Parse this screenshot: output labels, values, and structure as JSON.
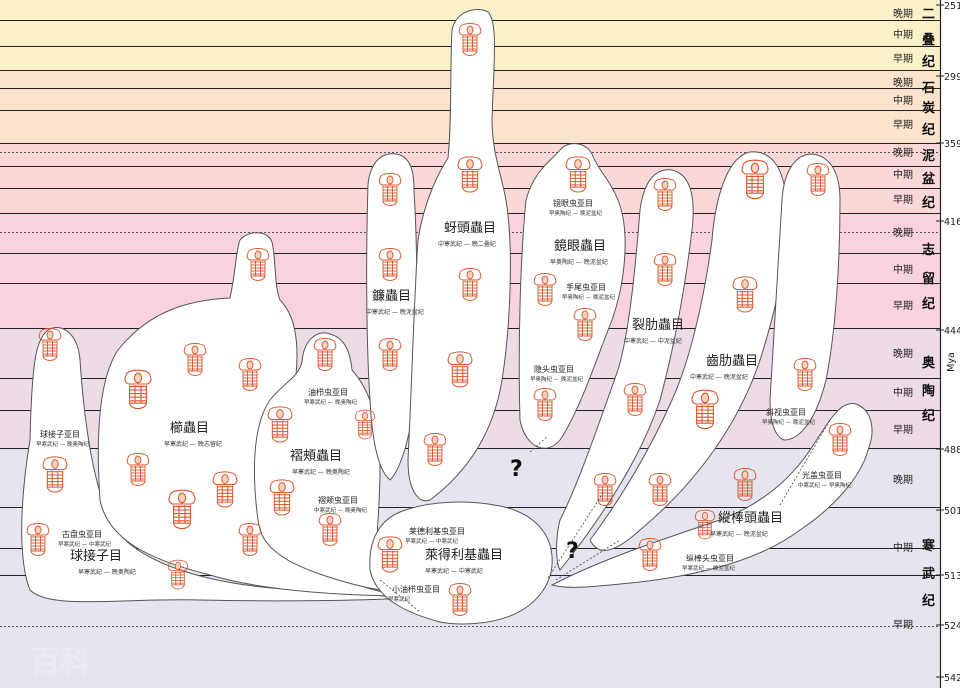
{
  "time_axis": {
    "unit_label": "Mya",
    "ticks": [
      "251",
      "299",
      "359",
      "416",
      "444",
      "488",
      "501",
      "513",
      "524",
      "542"
    ]
  },
  "periods": [
    {
      "name_chars": [
        "二",
        "叠",
        "纪"
      ],
      "epochs": [
        "晚期",
        "中期",
        "早期"
      ]
    },
    {
      "name_chars": [
        "石",
        "炭",
        "纪"
      ],
      "epochs": [
        "晚期",
        "中期",
        "早期"
      ]
    },
    {
      "name_chars": [
        "泥",
        "盆",
        "纪"
      ],
      "epochs": [
        "晚期",
        "中期",
        "早期"
      ]
    },
    {
      "name_chars": [
        "志",
        "留",
        "纪"
      ],
      "epochs": [
        "晚期",
        "中期",
        "早期"
      ]
    },
    {
      "name_chars": [
        "奥",
        "陶",
        "纪"
      ],
      "epochs": [
        "晚期",
        "中期",
        "早期"
      ]
    },
    {
      "name_chars": [
        "寒",
        "武",
        "纪"
      ],
      "epochs": [
        "晚期",
        "中期",
        "早期"
      ]
    }
  ],
  "colors": {
    "permian": "#fbf1c9",
    "carboniferous": "#fbe3cc",
    "devonian": "#fbd8d8",
    "silurian": "#f8d2dc",
    "ordovician": "#eedbe8",
    "cambrian": "#e6e5ef",
    "fossil": "#d9552b"
  },
  "orders": [
    {
      "name": "球接子目",
      "range": "早寒武纪 — 晚奥陶纪"
    },
    {
      "name": "櫛蟲目",
      "range": "早寒武纪 — 晚志留纪"
    },
    {
      "name": "褶頰蟲目",
      "range": "早寒武纪 — 晚奥陶纪"
    },
    {
      "name": "鐮蟲目",
      "range": "中寒武纪 — 晚泥盆纪"
    },
    {
      "name": "蚜頭蟲目",
      "range": "中寒武纪 — 晚二叠纪"
    },
    {
      "name": "鏡眼蟲目",
      "range": "早奥陶纪 — 晚泥盆纪"
    },
    {
      "name": "裂肋蟲目",
      "range": "中寒武纪 — 中泥盆纪"
    },
    {
      "name": "齒肋蟲目",
      "range": "中寒武纪 — 晚泥盆纪"
    },
    {
      "name": "萊得利基蟲目",
      "range": "早寒武纪 — 中寒武纪"
    },
    {
      "name": "縱棒頭蟲目",
      "range": "早寒武纪 — 晚泥盆纪"
    }
  ],
  "suborders": [
    {
      "name": "球接子亚目",
      "range": "早寒武纪 — 晚奥陶纪"
    },
    {
      "name": "古盘虫亚目",
      "range": "早寒武纪 — 中寒武纪"
    },
    {
      "name": "油栉虫亚目",
      "range": "早寒武纪 — 晚奥陶纪"
    },
    {
      "name": "褶颊虫亚目",
      "range": "中寒武纪 — 晚奥陶纪"
    },
    {
      "name": "镜眼虫亚目",
      "range": "早奥陶纪 — 晚泥盆纪"
    },
    {
      "name": "手尾虫亚目",
      "range": "早奥陶纪 — 晚泥盆纪"
    },
    {
      "name": "隐头虫亚目",
      "range": "早奥陶纪 — 晚泥盆纪"
    },
    {
      "name": "莱德利基虫亚目",
      "range": "早寒武纪 — 中寒武纪"
    },
    {
      "name": "小油栉虫亚目",
      "range": "早寒武纪"
    },
    {
      "name": "斜视虫亚目",
      "range": "早奥陶纪 — 晚泥盆纪"
    },
    {
      "name": "光盖虫亚目",
      "range": "中寒武纪 — 早奥陶纪"
    },
    {
      "name": "纵棒头虫亚目",
      "range": "早寒武纪 — 晚泥盆纪"
    }
  ],
  "unknown_marks": [
    "?",
    "?"
  ],
  "watermark": "百科"
}
